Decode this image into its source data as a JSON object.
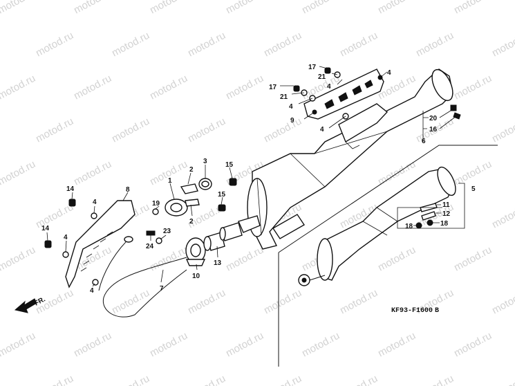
{
  "watermark": "motod.ru",
  "diagram_code": "KF93-F1600",
  "diagram_suffix": "B",
  "front_label": "FR.",
  "callouts": [
    {
      "id": "c17a",
      "text": "17"
    },
    {
      "id": "c21a",
      "text": "21"
    },
    {
      "id": "c4a",
      "text": "4"
    },
    {
      "id": "c4b",
      "text": "4"
    },
    {
      "id": "c17b",
      "text": "17"
    },
    {
      "id": "c21b",
      "text": "21"
    },
    {
      "id": "c4c",
      "text": "4"
    },
    {
      "id": "c9",
      "text": "9"
    },
    {
      "id": "c4d",
      "text": "4"
    },
    {
      "id": "c20",
      "text": "20"
    },
    {
      "id": "c16",
      "text": "16"
    },
    {
      "id": "c6",
      "text": "6"
    },
    {
      "id": "c14a",
      "text": "14"
    },
    {
      "id": "c8",
      "text": "8"
    },
    {
      "id": "c4e",
      "text": "4"
    },
    {
      "id": "c2a",
      "text": "2"
    },
    {
      "id": "c3",
      "text": "3"
    },
    {
      "id": "c15a",
      "text": "15"
    },
    {
      "id": "c1",
      "text": "1"
    },
    {
      "id": "c19",
      "text": "19"
    },
    {
      "id": "c2b",
      "text": "2"
    },
    {
      "id": "c15b",
      "text": "15"
    },
    {
      "id": "c14b",
      "text": "14"
    },
    {
      "id": "c4f",
      "text": "4"
    },
    {
      "id": "c23",
      "text": "23"
    },
    {
      "id": "c24",
      "text": "24"
    },
    {
      "id": "c13",
      "text": "13"
    },
    {
      "id": "c10",
      "text": "10"
    },
    {
      "id": "c7",
      "text": "7"
    },
    {
      "id": "c4g",
      "text": "4"
    },
    {
      "id": "c5",
      "text": "5"
    },
    {
      "id": "c11",
      "text": "11"
    },
    {
      "id": "c12",
      "text": "12"
    },
    {
      "id": "c18a",
      "text": "18"
    },
    {
      "id": "c18b",
      "text": "18"
    }
  ]
}
